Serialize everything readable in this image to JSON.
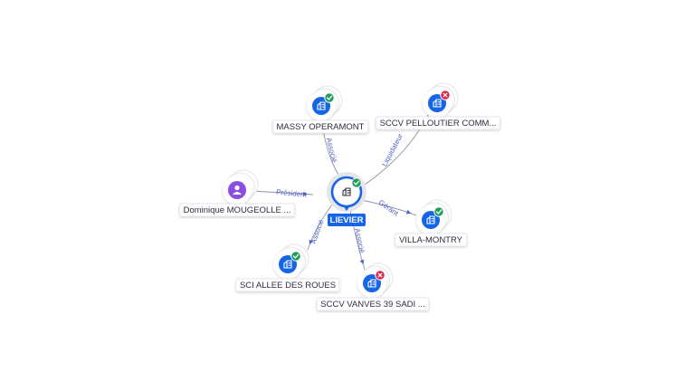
{
  "center": {
    "label": "LIEVIER",
    "status": "active",
    "color": "#1565e6"
  },
  "nodes": [
    {
      "key": "massy",
      "label": "MASSY OPERAMONT",
      "kind": "company",
      "status": "active",
      "relation": "Associé"
    },
    {
      "key": "pelloutier",
      "label": "SCCV PELLOUTIER COMM...",
      "kind": "company",
      "status": "closed",
      "relation": "Liquidateur"
    },
    {
      "key": "mougeolle",
      "label": "Dominique MOUGEOLLE ...",
      "kind": "person",
      "status": "none",
      "relation": "Président"
    },
    {
      "key": "villa",
      "label": "VILLA-MONTRY",
      "kind": "company",
      "status": "active",
      "relation": "Gérant"
    },
    {
      "key": "allee",
      "label": "SCI ALLEE DES ROUES",
      "kind": "company",
      "status": "active",
      "relation": "Associé"
    },
    {
      "key": "vanves",
      "label": "SCCV VANVES 39 SADI ...",
      "kind": "company",
      "status": "closed",
      "relation": "Associé"
    }
  ],
  "colors": {
    "company": "#1565e6",
    "person": "#8a4fe0",
    "active_badge": "#1e9e59",
    "closed_badge": "#e0234a",
    "edge": "#8f95a6",
    "edge_label": "#4d63c9"
  },
  "icons": {
    "company": "building-icon",
    "person": "person-icon",
    "active": "check-badge-icon",
    "closed": "cross-badge-icon"
  }
}
